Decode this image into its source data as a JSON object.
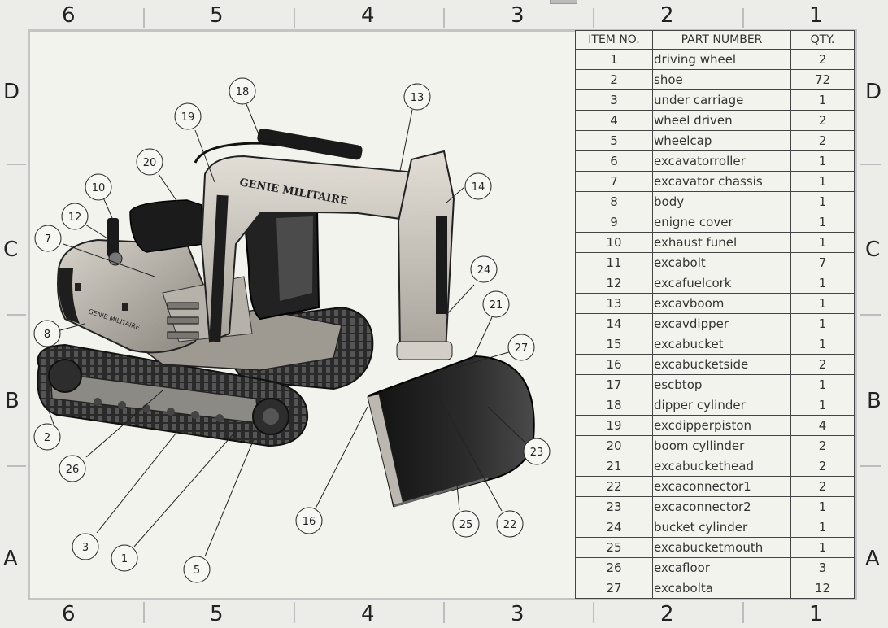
{
  "border": {
    "columns": [
      "6",
      "5",
      "4",
      "3",
      "2",
      "1"
    ],
    "rows": [
      "D",
      "C",
      "B",
      "A"
    ]
  },
  "bom": {
    "headers": [
      "ITEM NO.",
      "PART NUMBER",
      "QTY."
    ],
    "rows": [
      {
        "item": "1",
        "part": "driving wheel",
        "qty": "2"
      },
      {
        "item": "2",
        "part": "shoe",
        "qty": "72"
      },
      {
        "item": "3",
        "part": "under carriage",
        "qty": "1"
      },
      {
        "item": "4",
        "part": "wheel driven",
        "qty": "2"
      },
      {
        "item": "5",
        "part": "wheelcap",
        "qty": "2"
      },
      {
        "item": "6",
        "part": "excavatorroller",
        "qty": "1"
      },
      {
        "item": "7",
        "part": "excavator chassis",
        "qty": "1"
      },
      {
        "item": "8",
        "part": "body",
        "qty": "1"
      },
      {
        "item": "9",
        "part": "enigne cover",
        "qty": "1"
      },
      {
        "item": "10",
        "part": "exhaust funel",
        "qty": "1"
      },
      {
        "item": "11",
        "part": "excabolt",
        "qty": "7"
      },
      {
        "item": "12",
        "part": "excafuelcork",
        "qty": "1"
      },
      {
        "item": "13",
        "part": "excavboom",
        "qty": "1"
      },
      {
        "item": "14",
        "part": "excavdipper",
        "qty": "1"
      },
      {
        "item": "15",
        "part": "excabucket",
        "qty": "1"
      },
      {
        "item": "16",
        "part": "excabucketside",
        "qty": "2"
      },
      {
        "item": "17",
        "part": "escbtop",
        "qty": "1"
      },
      {
        "item": "18",
        "part": "dipper cylinder",
        "qty": "1"
      },
      {
        "item": "19",
        "part": "excdipperpiston",
        "qty": "4"
      },
      {
        "item": "20",
        "part": "boom cyllinder",
        "qty": "2"
      },
      {
        "item": "21",
        "part": "excabuckethead",
        "qty": "2"
      },
      {
        "item": "22",
        "part": "excaconnector1",
        "qty": "2"
      },
      {
        "item": "23",
        "part": "excaconnector2",
        "qty": "1"
      },
      {
        "item": "24",
        "part": "bucket cylinder",
        "qty": "1"
      },
      {
        "item": "25",
        "part": "excabucketmouth",
        "qty": "1"
      },
      {
        "item": "26",
        "part": "excafloor",
        "qty": "3"
      },
      {
        "item": "27",
        "part": "excabolta",
        "qty": "12"
      }
    ]
  },
  "model": {
    "arm_text": "GENIE MILITAIRE",
    "body_text": "GENIE MILITAIRE"
  },
  "balloons": [
    "1",
    "2",
    "3",
    "5",
    "7",
    "8",
    "10",
    "12",
    "13",
    "14",
    "16",
    "18",
    "19",
    "20",
    "21",
    "22",
    "23",
    "24",
    "25",
    "26",
    "27"
  ]
}
